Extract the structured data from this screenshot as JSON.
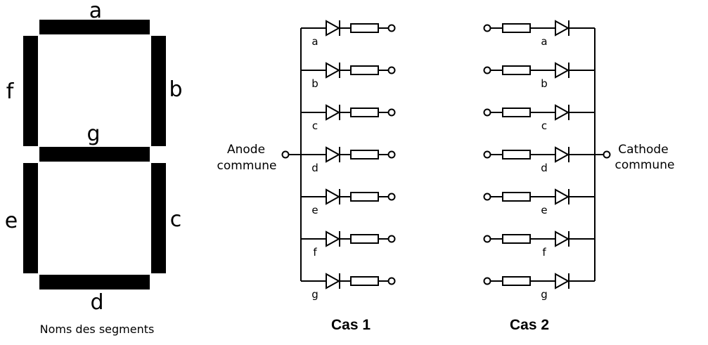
{
  "seven_segment": {
    "caption": "Noms des segments",
    "segment_labels": {
      "a": "a",
      "b": "b",
      "c": "c",
      "d": "d",
      "e": "e",
      "f": "f",
      "g": "g"
    }
  },
  "case1": {
    "title": "Cas 1",
    "common_label_line1": "Anode",
    "common_label_line2": "commune",
    "rows": [
      "a",
      "b",
      "c",
      "d",
      "e",
      "f",
      "g"
    ]
  },
  "case2": {
    "title": "Cas 2",
    "common_label_line1": "Cathode",
    "common_label_line2": "commune",
    "rows": [
      "a",
      "b",
      "c",
      "d",
      "e",
      "f",
      "g"
    ]
  }
}
